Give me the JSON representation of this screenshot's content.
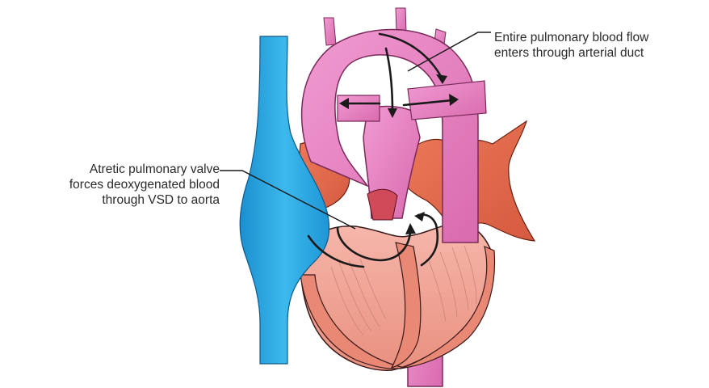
{
  "diagram": {
    "annotations": [
      {
        "id": "arterial-duct-note",
        "lines": [
          "Entire pulmonary blood flow",
          "enters through arterial duct"
        ]
      },
      {
        "id": "atretic-valve-note",
        "lines": [
          "Atretic pulmonary valve",
          "forces deoxygenated blood",
          "through VSD to aorta"
        ]
      }
    ],
    "colors": {
      "vena_cava": "#2aa8e0",
      "aorta_pink": "#e97fc2",
      "atrium_red": "#e2674a",
      "ventricle": "#f4a89a",
      "ventricle_fibers": "#c77e72",
      "outline": "#3a1a1a",
      "arrows": "#1a1a1a",
      "text": "#2a2a2a"
    }
  }
}
